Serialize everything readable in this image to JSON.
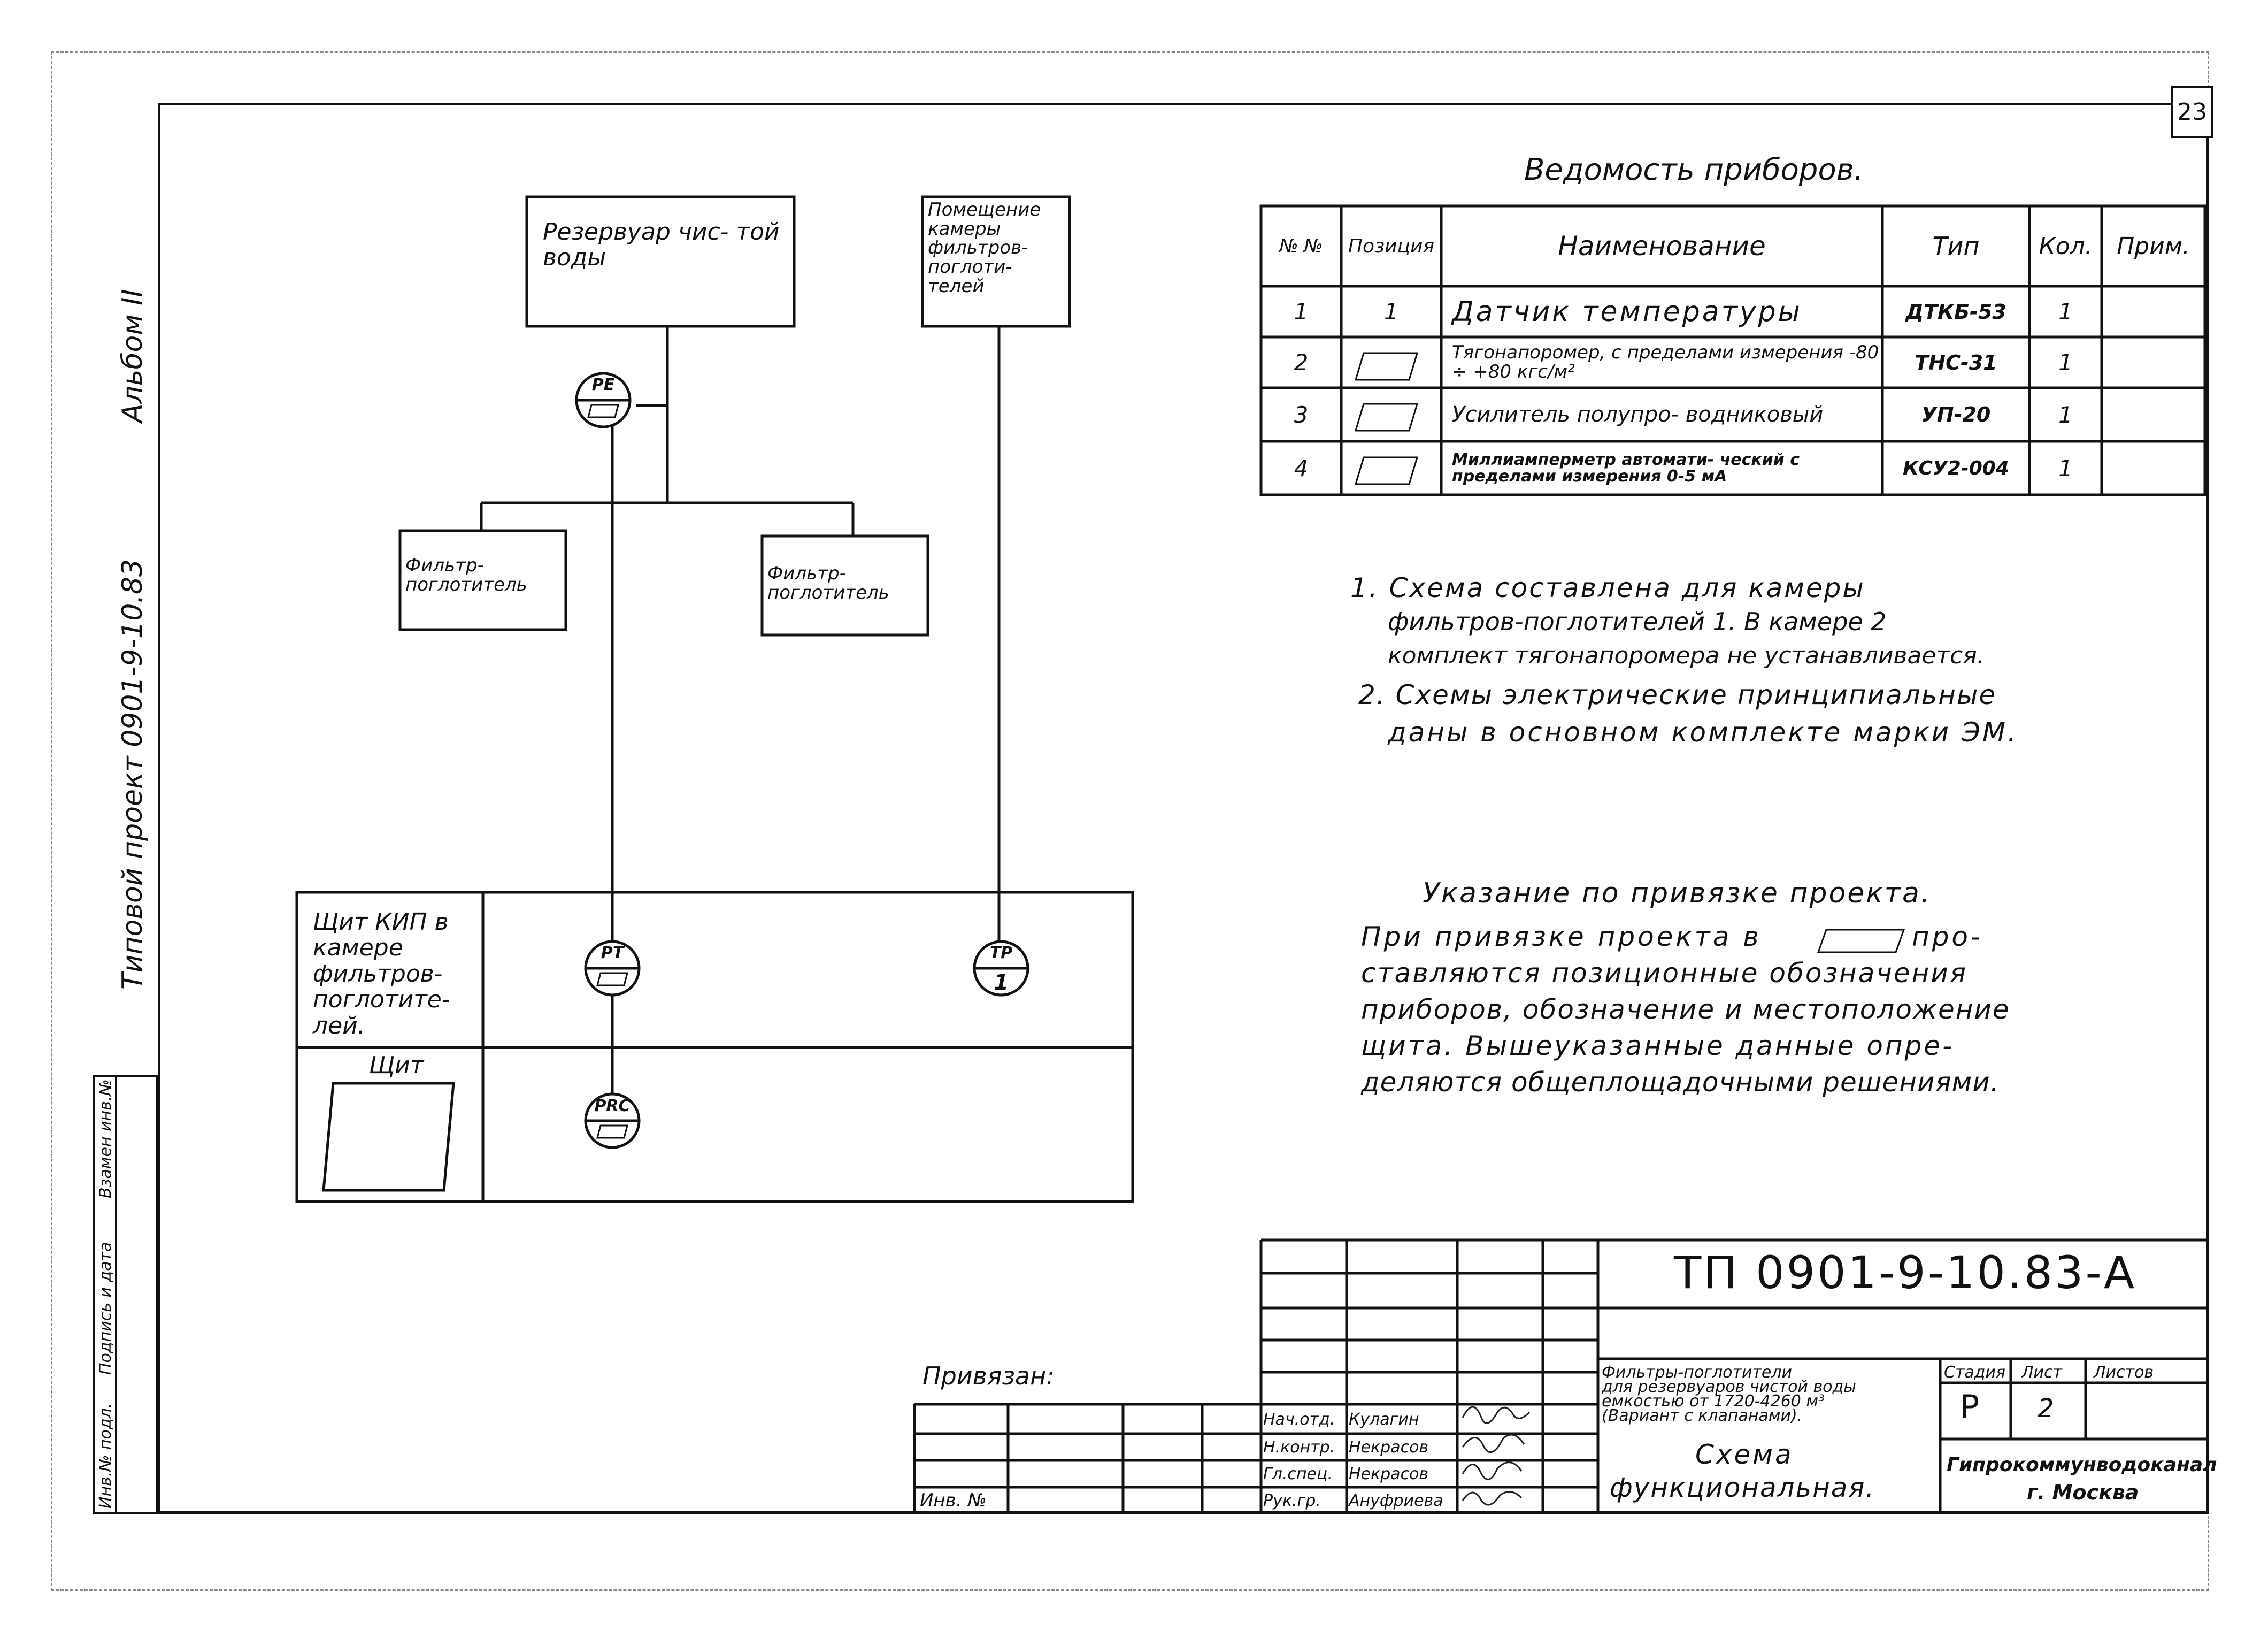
{
  "sheet_number": "23",
  "side": {
    "album": "Альбом II",
    "project": "Типовой проект 0901-9-10.83",
    "block_labels": [
      "Инв.№ подл.",
      "Подпись и дата",
      "Взамен инв.№"
    ]
  },
  "diagram": {
    "reservoir_label": "Резервуар чис- той воды",
    "room_label": "Помещение камеры фильтров- поглоти- телей",
    "filter_left": "Фильтр- поглотитель",
    "filter_right": "Фильтр- поглотитель",
    "panel_kip": "Щит КИП в камере фильтров- поглотите- лей.",
    "panel": "Щит",
    "instruments": {
      "pe": "PE",
      "pt": "PT",
      "prc": "PRC",
      "tp_top": "TP",
      "tp_bottom": "1"
    }
  },
  "table": {
    "title": "Ведомость приборов.",
    "headers": [
      "№ №",
      "Позиция",
      "Наименование",
      "Тип",
      "Кол.",
      "Прим."
    ],
    "rows": [
      {
        "n": "1",
        "pos": "1",
        "name": "Датчик температуры",
        "type": "ДТКБ-53",
        "qty": "1",
        "note": ""
      },
      {
        "n": "2",
        "pos": "",
        "name": "Тягонапоромер, с пределами измерения -80 ÷ +80 кгс/м²",
        "type": "ТНС-31",
        "qty": "1",
        "note": ""
      },
      {
        "n": "3",
        "pos": "",
        "name": "Усилитель полупро- водниковый",
        "type": "УП-20",
        "qty": "1",
        "note": ""
      },
      {
        "n": "4",
        "pos": "",
        "name": "Миллиамперметр автомати- ческий с пределами измерения 0-5 мА",
        "type": "КСУ2-004",
        "qty": "1",
        "note": ""
      }
    ]
  },
  "notes": [
    "1. Схема составлена для камеры",
    "фильтров-поглотителей 1. В камере 2",
    "комплект тягонапоромера не устанавливается.",
    "2. Схемы электрические принципиальные",
    "даны в основном комплекте марки ЭМ."
  ],
  "binding": {
    "title": "Указание по привязке проекта.",
    "line1_a": "При привязке проекта в",
    "line1_b": "про-",
    "lines": [
      "ставляются позиционные обозначения",
      "приборов, обозначение и местоположение",
      "щита. Вышеуказанные данные опре-",
      "деляются общеплощадочными решениями."
    ]
  },
  "title_block": {
    "code": "ТП 0901-9-10.83-А",
    "attached": "Привязан:",
    "inv": "Инв. №",
    "description": [
      "Фильтры-поглотители",
      "для резервуаров чистой воды",
      "емкостью от 1720-4260 м³",
      "(Вариант с клапанами)."
    ],
    "scheme_title": "Схема",
    "scheme_subtitle": "функциональная.",
    "stage_label": "Стадия",
    "sheet_label": "Лист",
    "sheets_label": "Листов",
    "stage": "Р",
    "sheet": "2",
    "org_name": "Гипрокоммунводоканал",
    "org_city": "г. Москва",
    "signers": [
      {
        "role": "Нач.отд.",
        "name": "Кулагин"
      },
      {
        "role": "Н.контр.",
        "name": "Некрасов"
      },
      {
        "role": "Гл.спец.",
        "name": "Некрасов"
      },
      {
        "role": "Рук.гр.",
        "name": "Ануфриева"
      }
    ]
  }
}
